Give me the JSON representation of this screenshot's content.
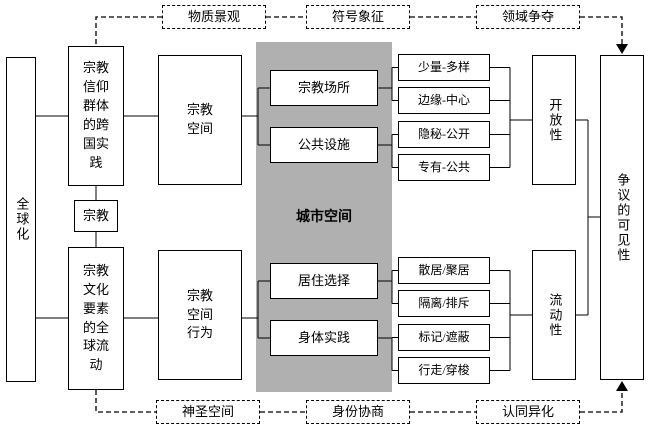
{
  "diagram": {
    "left": {
      "globalization": "全球化",
      "transnational_practice": "宗教信仰群体的跨国实践",
      "religion": "宗教",
      "global_flow": "宗教文化要素的全球流动"
    },
    "middle": {
      "religious_space": "宗教空间",
      "religious_space_behavior": "宗教空间行为",
      "urban_space": "城市空间",
      "religious_sites": "宗教场所",
      "public_facilities": "公共设施",
      "residence_choice": "居住选择",
      "bodily_practice": "身体实践"
    },
    "pairs_top": [
      "少量-多样",
      "边缘-中心",
      "隐秘-公开",
      "专有-公共"
    ],
    "pairs_bottom": [
      "散居/聚居",
      "隔离/排斥",
      "标记/遮蔽",
      "行走/穿梭"
    ],
    "right": {
      "openness": "开放性",
      "mobility": "流动性",
      "contested_visibility": "争议的可见性"
    },
    "dashed_top": [
      "物质景观",
      "符号象征",
      "领域争夺"
    ],
    "dashed_bottom": [
      "神圣空间",
      "身份协商",
      "认同异化"
    ],
    "colors": {
      "gray_bg": "#b0b0b0",
      "line": "#000000"
    }
  }
}
